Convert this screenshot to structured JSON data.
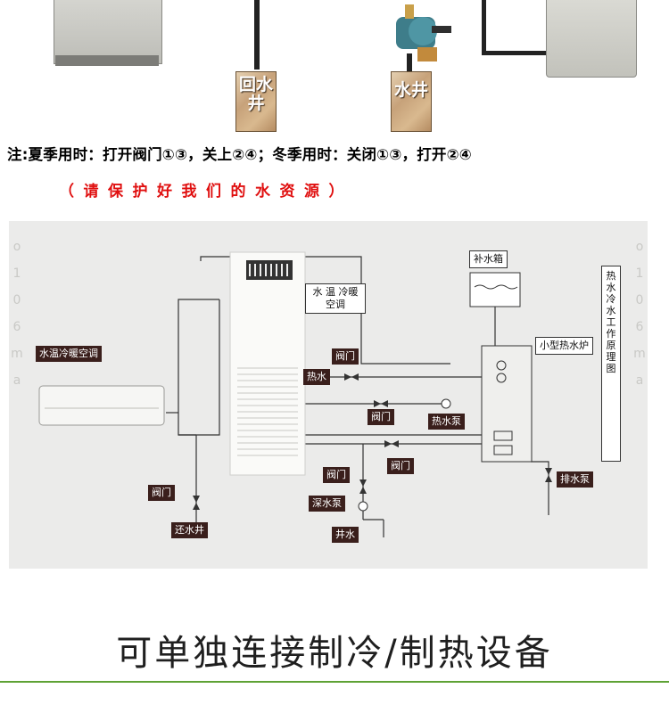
{
  "top": {
    "return_well_label": "回水井",
    "water_well_label": "水井"
  },
  "note": {
    "text": "注:夏季用时：打开阀门①③，关上②④；冬季用时：关闭①③，打开②④",
    "protect": "（请保护好我们的水资源）"
  },
  "diagram": {
    "labels": {
      "water_temp_ac": "水温冷暖空调",
      "ac_unit_box": "水  温 冷暖空调",
      "makeup_tank": "补水箱",
      "title_vertical": "热水冷水工作原理图",
      "small_boiler": "小型热水炉",
      "valve_top": "阀门",
      "hot_water": "热水",
      "valve_mid": "阀门",
      "hot_water_pump": "热水泵",
      "valve_right": "阀门",
      "valve_low": "阀门",
      "deep_water_pump": "深水泵",
      "well_water": "井水",
      "valve_left": "阀门",
      "return_well": "还水井",
      "drain_pump": "排水泵"
    },
    "side_marks_left": "o106ma",
    "side_marks_right": "o106ma"
  },
  "footer": {
    "title": "可单独连接制冷/制热设备"
  }
}
